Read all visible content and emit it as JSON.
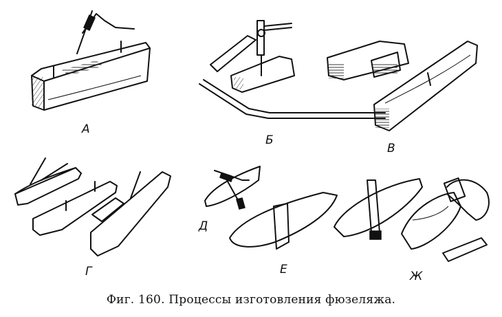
{
  "figure": {
    "panels": [
      {
        "id": "A",
        "label": "А"
      },
      {
        "id": "B",
        "label": "Б"
      },
      {
        "id": "V",
        "label": "В"
      },
      {
        "id": "G",
        "label": "Г"
      },
      {
        "id": "D",
        "label": "Д"
      },
      {
        "id": "E",
        "label": "Е"
      },
      {
        "id": "ZH",
        "label": "Ж"
      }
    ],
    "caption": "Фиг. 160. Процессы изготовления фюзеляжа."
  }
}
